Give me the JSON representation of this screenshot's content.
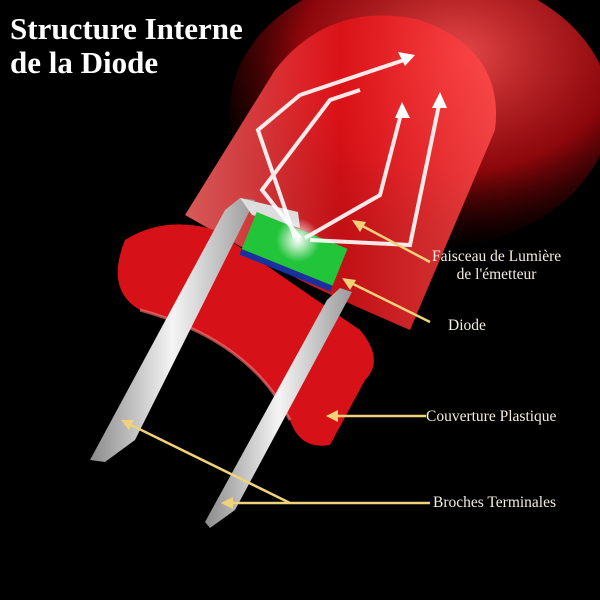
{
  "title": {
    "line1": "Structure Interne",
    "line2": "de la Diode"
  },
  "labels": {
    "light_beam": {
      "line1": "Faisceau de Lumière",
      "line2": "de l'émetteur"
    },
    "diode": "Diode",
    "plastic_cover": "Couverture Plastique",
    "terminals": "Broches Terminales"
  },
  "colors": {
    "background": "#000000",
    "led_red": "#e8141a",
    "chip_green": "#22c43a",
    "pointer": "#f0d27a",
    "lead": "#d8d8d8"
  }
}
